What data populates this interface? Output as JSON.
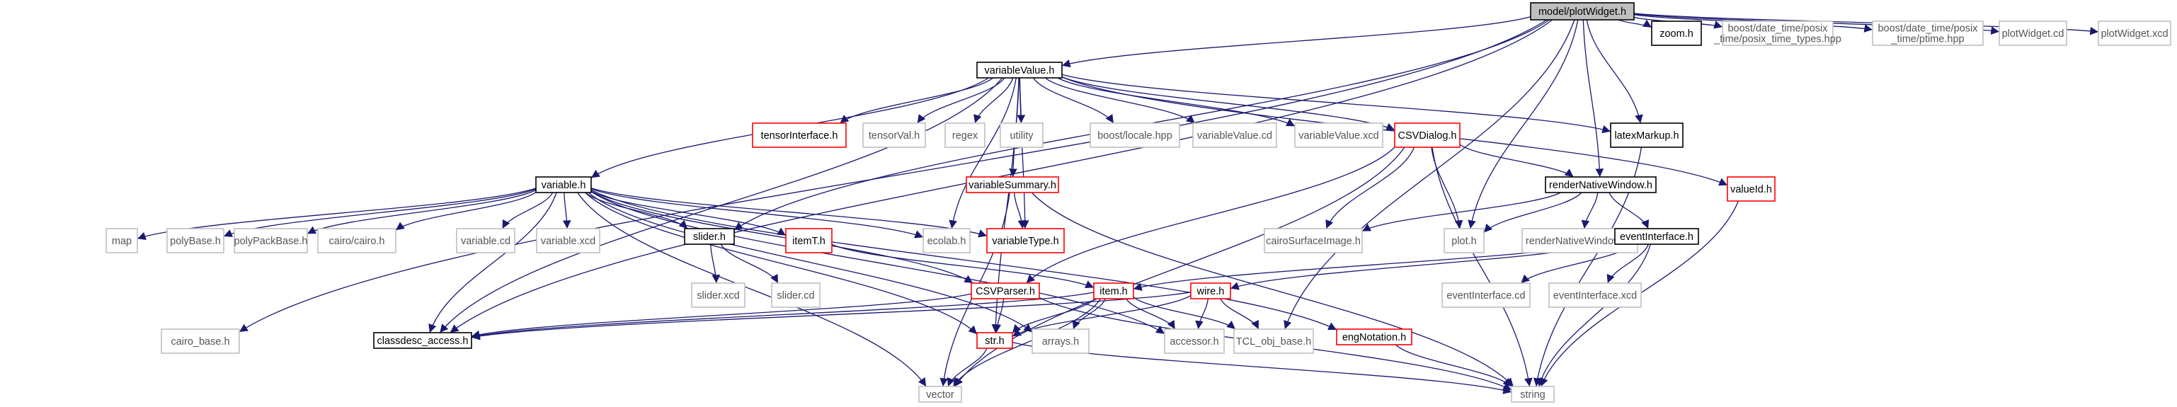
{
  "colors": {
    "edge": "#191970",
    "root_fill": "#bfbfbf",
    "link_border": "#000000",
    "external_border": "#bfbfbf",
    "incomplete_border": "#ff0000"
  },
  "nodes": [
    {
      "id": "plotWidget_h",
      "lines": [
        "model/plotWidget.h"
      ],
      "kind": "root"
    },
    {
      "id": "variableValue_h",
      "lines": [
        "variableValue.h"
      ],
      "kind": "black"
    },
    {
      "id": "zoom_h",
      "lines": [
        "zoom.h"
      ],
      "kind": "black"
    },
    {
      "id": "posix_time_types",
      "lines": [
        "boost/date_time/posix",
        "_time/posix_time_types.hpp"
      ],
      "kind": "gray"
    },
    {
      "id": "ptime",
      "lines": [
        "boost/date_time/posix",
        "_time/ptime.hpp"
      ],
      "kind": "gray"
    },
    {
      "id": "plotWidget_cd",
      "lines": [
        "plotWidget.cd"
      ],
      "kind": "gray"
    },
    {
      "id": "plotWidget_xcd",
      "lines": [
        "plotWidget.xcd"
      ],
      "kind": "gray"
    },
    {
      "id": "tensorInterface_h",
      "lines": [
        "tensorInterface.h"
      ],
      "kind": "red"
    },
    {
      "id": "tensorVal_h",
      "lines": [
        "tensorVal.h"
      ],
      "kind": "gray"
    },
    {
      "id": "regex",
      "lines": [
        "regex"
      ],
      "kind": "gray"
    },
    {
      "id": "utility",
      "lines": [
        "utility"
      ],
      "kind": "gray"
    },
    {
      "id": "locale",
      "lines": [
        "boost/locale.hpp"
      ],
      "kind": "gray"
    },
    {
      "id": "variableValue_cd",
      "lines": [
        "variableValue.cd"
      ],
      "kind": "gray"
    },
    {
      "id": "variableValue_xcd",
      "lines": [
        "variableValue.xcd"
      ],
      "kind": "gray"
    },
    {
      "id": "CSVDialog_h",
      "lines": [
        "CSVDialog.h"
      ],
      "kind": "red"
    },
    {
      "id": "latexMarkup_h",
      "lines": [
        "latexMarkup.h"
      ],
      "kind": "black"
    },
    {
      "id": "variable_h",
      "lines": [
        "variable.h"
      ],
      "kind": "black"
    },
    {
      "id": "variableSummary_h",
      "lines": [
        "variableSummary.h"
      ],
      "kind": "red"
    },
    {
      "id": "renderNativeWindow_h",
      "lines": [
        "renderNativeWindow.h"
      ],
      "kind": "black"
    },
    {
      "id": "valueId_h",
      "lines": [
        "valueId.h"
      ],
      "kind": "red"
    },
    {
      "id": "map",
      "lines": [
        "map"
      ],
      "kind": "gray"
    },
    {
      "id": "polyBase_h",
      "lines": [
        "polyBase.h"
      ],
      "kind": "gray"
    },
    {
      "id": "polyPackBase_h",
      "lines": [
        "polyPackBase.h"
      ],
      "kind": "gray"
    },
    {
      "id": "cairo_h",
      "lines": [
        "cairo/cairo.h"
      ],
      "kind": "gray"
    },
    {
      "id": "variable_cd",
      "lines": [
        "variable.cd"
      ],
      "kind": "gray"
    },
    {
      "id": "variable_xcd",
      "lines": [
        "variable.xcd"
      ],
      "kind": "gray"
    },
    {
      "id": "slider_h",
      "lines": [
        "slider.h"
      ],
      "kind": "black"
    },
    {
      "id": "itemT_h",
      "lines": [
        "itemT.h"
      ],
      "kind": "red"
    },
    {
      "id": "ecolab_h",
      "lines": [
        "ecolab.h"
      ],
      "kind": "gray"
    },
    {
      "id": "variableType_h",
      "lines": [
        "variableType.h"
      ],
      "kind": "red"
    },
    {
      "id": "cairoSurfaceImage_h",
      "lines": [
        "cairoSurfaceImage.h"
      ],
      "kind": "gray"
    },
    {
      "id": "plot_h",
      "lines": [
        "plot.h"
      ],
      "kind": "gray"
    },
    {
      "id": "renderNativeWindow_cd",
      "lines": [
        "renderNativeWindow.cd"
      ],
      "kind": "gray"
    },
    {
      "id": "eventInterface_h",
      "lines": [
        "eventInterface.h"
      ],
      "kind": "black"
    },
    {
      "id": "slider_xcd",
      "lines": [
        "slider.xcd"
      ],
      "kind": "gray"
    },
    {
      "id": "slider_cd",
      "lines": [
        "slider.cd"
      ],
      "kind": "gray"
    },
    {
      "id": "CSVParser_h",
      "lines": [
        "CSVParser.h"
      ],
      "kind": "red"
    },
    {
      "id": "item_h",
      "lines": [
        "item.h"
      ],
      "kind": "red"
    },
    {
      "id": "wire_h",
      "lines": [
        "wire.h"
      ],
      "kind": "red"
    },
    {
      "id": "eventInterface_cd",
      "lines": [
        "eventInterface.cd"
      ],
      "kind": "gray"
    },
    {
      "id": "eventInterface_xcd",
      "lines": [
        "eventInterface.xcd"
      ],
      "kind": "gray"
    },
    {
      "id": "cairo_base_h",
      "lines": [
        "cairo_base.h"
      ],
      "kind": "gray"
    },
    {
      "id": "classdesc_access_h",
      "lines": [
        "classdesc_access.h"
      ],
      "kind": "black"
    },
    {
      "id": "str_h",
      "lines": [
        "str.h"
      ],
      "kind": "red"
    },
    {
      "id": "arrays_h",
      "lines": [
        "arrays.h"
      ],
      "kind": "gray"
    },
    {
      "id": "accessor_h",
      "lines": [
        "accessor.h"
      ],
      "kind": "gray"
    },
    {
      "id": "TCL_obj_base_h",
      "lines": [
        "TCL_obj_base.h"
      ],
      "kind": "gray"
    },
    {
      "id": "engNotation_h",
      "lines": [
        "engNotation.h"
      ],
      "kind": "red"
    },
    {
      "id": "vector",
      "lines": [
        "vector"
      ],
      "kind": "gray"
    },
    {
      "id": "string",
      "lines": [
        "string"
      ],
      "kind": "gray"
    }
  ],
  "edges": [
    [
      "plotWidget_h",
      "variableValue_h"
    ],
    [
      "plotWidget_h",
      "zoom_h"
    ],
    [
      "plotWidget_h",
      "posix_time_types"
    ],
    [
      "plotWidget_h",
      "ptime"
    ],
    [
      "plotWidget_h",
      "plotWidget_cd"
    ],
    [
      "plotWidget_h",
      "plotWidget_xcd"
    ],
    [
      "plotWidget_h",
      "latexMarkup_h"
    ],
    [
      "plotWidget_h",
      "renderNativeWindow_h"
    ],
    [
      "plotWidget_h",
      "plot_h"
    ],
    [
      "plotWidget_h",
      "TCL_obj_base_h"
    ],
    [
      "plotWidget_h",
      "slider_h"
    ],
    [
      "plotWidget_h",
      "cairo_base_h"
    ],
    [
      "plotWidget_h",
      "classdesc_access_h"
    ],
    [
      "variableValue_h",
      "tensorInterface_h"
    ],
    [
      "variableValue_h",
      "tensorVal_h"
    ],
    [
      "variableValue_h",
      "regex"
    ],
    [
      "variableValue_h",
      "utility"
    ],
    [
      "variableValue_h",
      "locale"
    ],
    [
      "variableValue_h",
      "variableValue_cd"
    ],
    [
      "variableValue_h",
      "variableValue_xcd"
    ],
    [
      "variableValue_h",
      "CSVDialog_h"
    ],
    [
      "variableValue_h",
      "latexMarkup_h"
    ],
    [
      "variableValue_h",
      "valueId_h"
    ],
    [
      "variableValue_h",
      "variable_h"
    ],
    [
      "variableValue_h",
      "variableSummary_h"
    ],
    [
      "variableValue_h",
      "variableType_h"
    ],
    [
      "variableValue_h",
      "ecolab_h"
    ],
    [
      "variableValue_h",
      "classdesc_access_h"
    ],
    [
      "variableValue_h",
      "str_h"
    ],
    [
      "variable_h",
      "map"
    ],
    [
      "variable_h",
      "polyBase_h"
    ],
    [
      "variable_h",
      "polyPackBase_h"
    ],
    [
      "variable_h",
      "cairo_h"
    ],
    [
      "variable_h",
      "variable_cd"
    ],
    [
      "variable_h",
      "variable_xcd"
    ],
    [
      "variable_h",
      "slider_h"
    ],
    [
      "variable_h",
      "itemT_h"
    ],
    [
      "variable_h",
      "ecolab_h"
    ],
    [
      "variable_h",
      "variableType_h"
    ],
    [
      "variable_h",
      "classdesc_access_h"
    ],
    [
      "variable_h",
      "CSVParser_h"
    ],
    [
      "variable_h",
      "str_h"
    ],
    [
      "variable_h",
      "arrays_h"
    ],
    [
      "variable_h",
      "vector"
    ],
    [
      "variable_h",
      "engNotation_h"
    ],
    [
      "variable_h",
      "accessor_h"
    ],
    [
      "slider_h",
      "slider_xcd"
    ],
    [
      "slider_h",
      "slider_cd"
    ],
    [
      "itemT_h",
      "item_h"
    ],
    [
      "CSVDialog_h",
      "cairoSurfaceImage_h"
    ],
    [
      "CSVDialog_h",
      "renderNativeWindow_h"
    ],
    [
      "CSVDialog_h",
      "CSVParser_h"
    ],
    [
      "CSVDialog_h",
      "plot_h"
    ],
    [
      "CSVDialog_h",
      "string"
    ],
    [
      "CSVDialog_h",
      "vector"
    ],
    [
      "variableSummary_h",
      "variableType_h"
    ],
    [
      "variableSummary_h",
      "string"
    ],
    [
      "variableSummary_h",
      "vector"
    ],
    [
      "renderNativeWindow_h",
      "cairoSurfaceImage_h"
    ],
    [
      "renderNativeWindow_h",
      "plot_h"
    ],
    [
      "renderNativeWindow_h",
      "renderNativeWindow_cd"
    ],
    [
      "renderNativeWindow_h",
      "eventInterface_h"
    ],
    [
      "eventInterface_h",
      "eventInterface_cd"
    ],
    [
      "eventInterface_h",
      "eventInterface_xcd"
    ],
    [
      "eventInterface_h",
      "item_h"
    ],
    [
      "eventInterface_h",
      "wire_h"
    ],
    [
      "eventInterface_h",
      "string"
    ],
    [
      "latexMarkup_h",
      "string"
    ],
    [
      "valueId_h",
      "string"
    ],
    [
      "CSVParser_h",
      "classdesc_access_h"
    ],
    [
      "CSVParser_h",
      "str_h"
    ],
    [
      "CSVParser_h",
      "string"
    ],
    [
      "item_h",
      "classdesc_access_h"
    ],
    [
      "item_h",
      "str_h"
    ],
    [
      "item_h",
      "arrays_h"
    ],
    [
      "item_h",
      "accessor_h"
    ],
    [
      "item_h",
      "TCL_obj_base_h"
    ],
    [
      "item_h",
      "vector"
    ],
    [
      "wire_h",
      "classdesc_access_h"
    ],
    [
      "wire_h",
      "accessor_h"
    ],
    [
      "wire_h",
      "TCL_obj_base_h"
    ],
    [
      "wire_h",
      "str_h"
    ],
    [
      "str_h",
      "vector"
    ],
    [
      "str_h",
      "string"
    ],
    [
      "engNotation_h",
      "string"
    ]
  ]
}
